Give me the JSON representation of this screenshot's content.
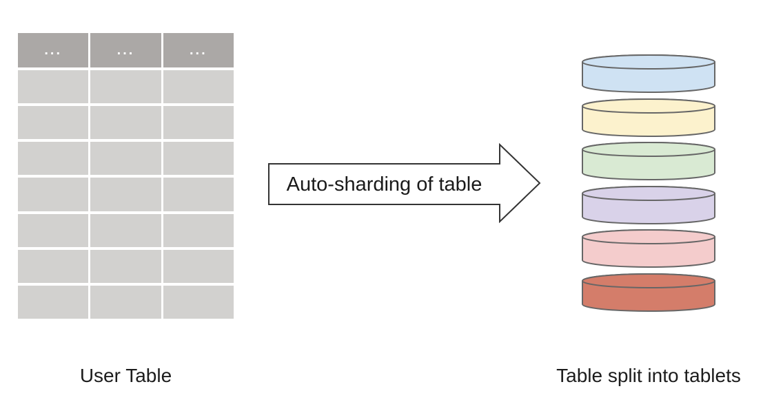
{
  "diagram": {
    "user_table": {
      "label": "User Table",
      "header_cells": [
        "...",
        "...",
        "..."
      ],
      "columns": 3,
      "body_rows": 7,
      "colors": {
        "header": "#aba8a6",
        "cell": "#d2d1cf",
        "header_text": "#ffffff"
      }
    },
    "arrow": {
      "label": "Auto-sharding of table",
      "outline": "#333333",
      "fill": "#ffffff"
    },
    "tablets": {
      "label": "Table split into tablets",
      "outline": "#666666",
      "items": [
        {
          "name": "tablet-blue",
          "color": "#cfe2f3"
        },
        {
          "name": "tablet-yellow",
          "color": "#fcf2cd"
        },
        {
          "name": "tablet-green",
          "color": "#d9ead3"
        },
        {
          "name": "tablet-purple",
          "color": "#d9d2e9"
        },
        {
          "name": "tablet-pink",
          "color": "#f4cccc"
        },
        {
          "name": "tablet-red",
          "color": "#d47d6a"
        }
      ]
    }
  }
}
